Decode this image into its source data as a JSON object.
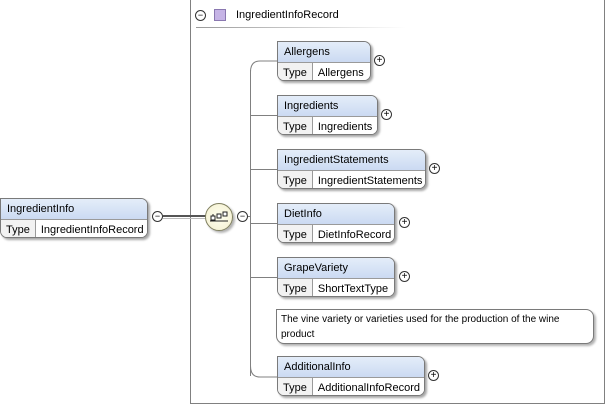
{
  "root": {
    "name": "IngredientInfo",
    "type_label": "Type",
    "type_value": "IngredientInfoRecord"
  },
  "complex_type": {
    "name": "IngredientInfoRecord"
  },
  "elements": [
    {
      "name": "Allergens",
      "type_label": "Type",
      "type_value": "Allergens"
    },
    {
      "name": "Ingredients",
      "type_label": "Type",
      "type_value": "Ingredients"
    },
    {
      "name": "IngredientStatements",
      "type_label": "Type",
      "type_value": "IngredientStatements"
    },
    {
      "name": "DietInfo",
      "type_label": "Type",
      "type_value": "DietInfoRecord"
    },
    {
      "name": "GrapeVariety",
      "type_label": "Type",
      "type_value": "ShortTextType",
      "documentation": "The vine variety or varieties used for the production of the wine product"
    },
    {
      "name": "AdditionalInfo",
      "type_label": "Type",
      "type_value": "AdditionalInfoRecord"
    }
  ],
  "icons": {
    "collapse": "minus-circle-icon",
    "expand": "plus-circle-icon",
    "sequence": "sequence-compositor-icon",
    "complex_type": "complex-type-icon"
  },
  "colors": {
    "header_fill": "#cbdaf2",
    "compositor_fill": "#f3efcf",
    "complex_type_icon": "#c6b4e6"
  }
}
